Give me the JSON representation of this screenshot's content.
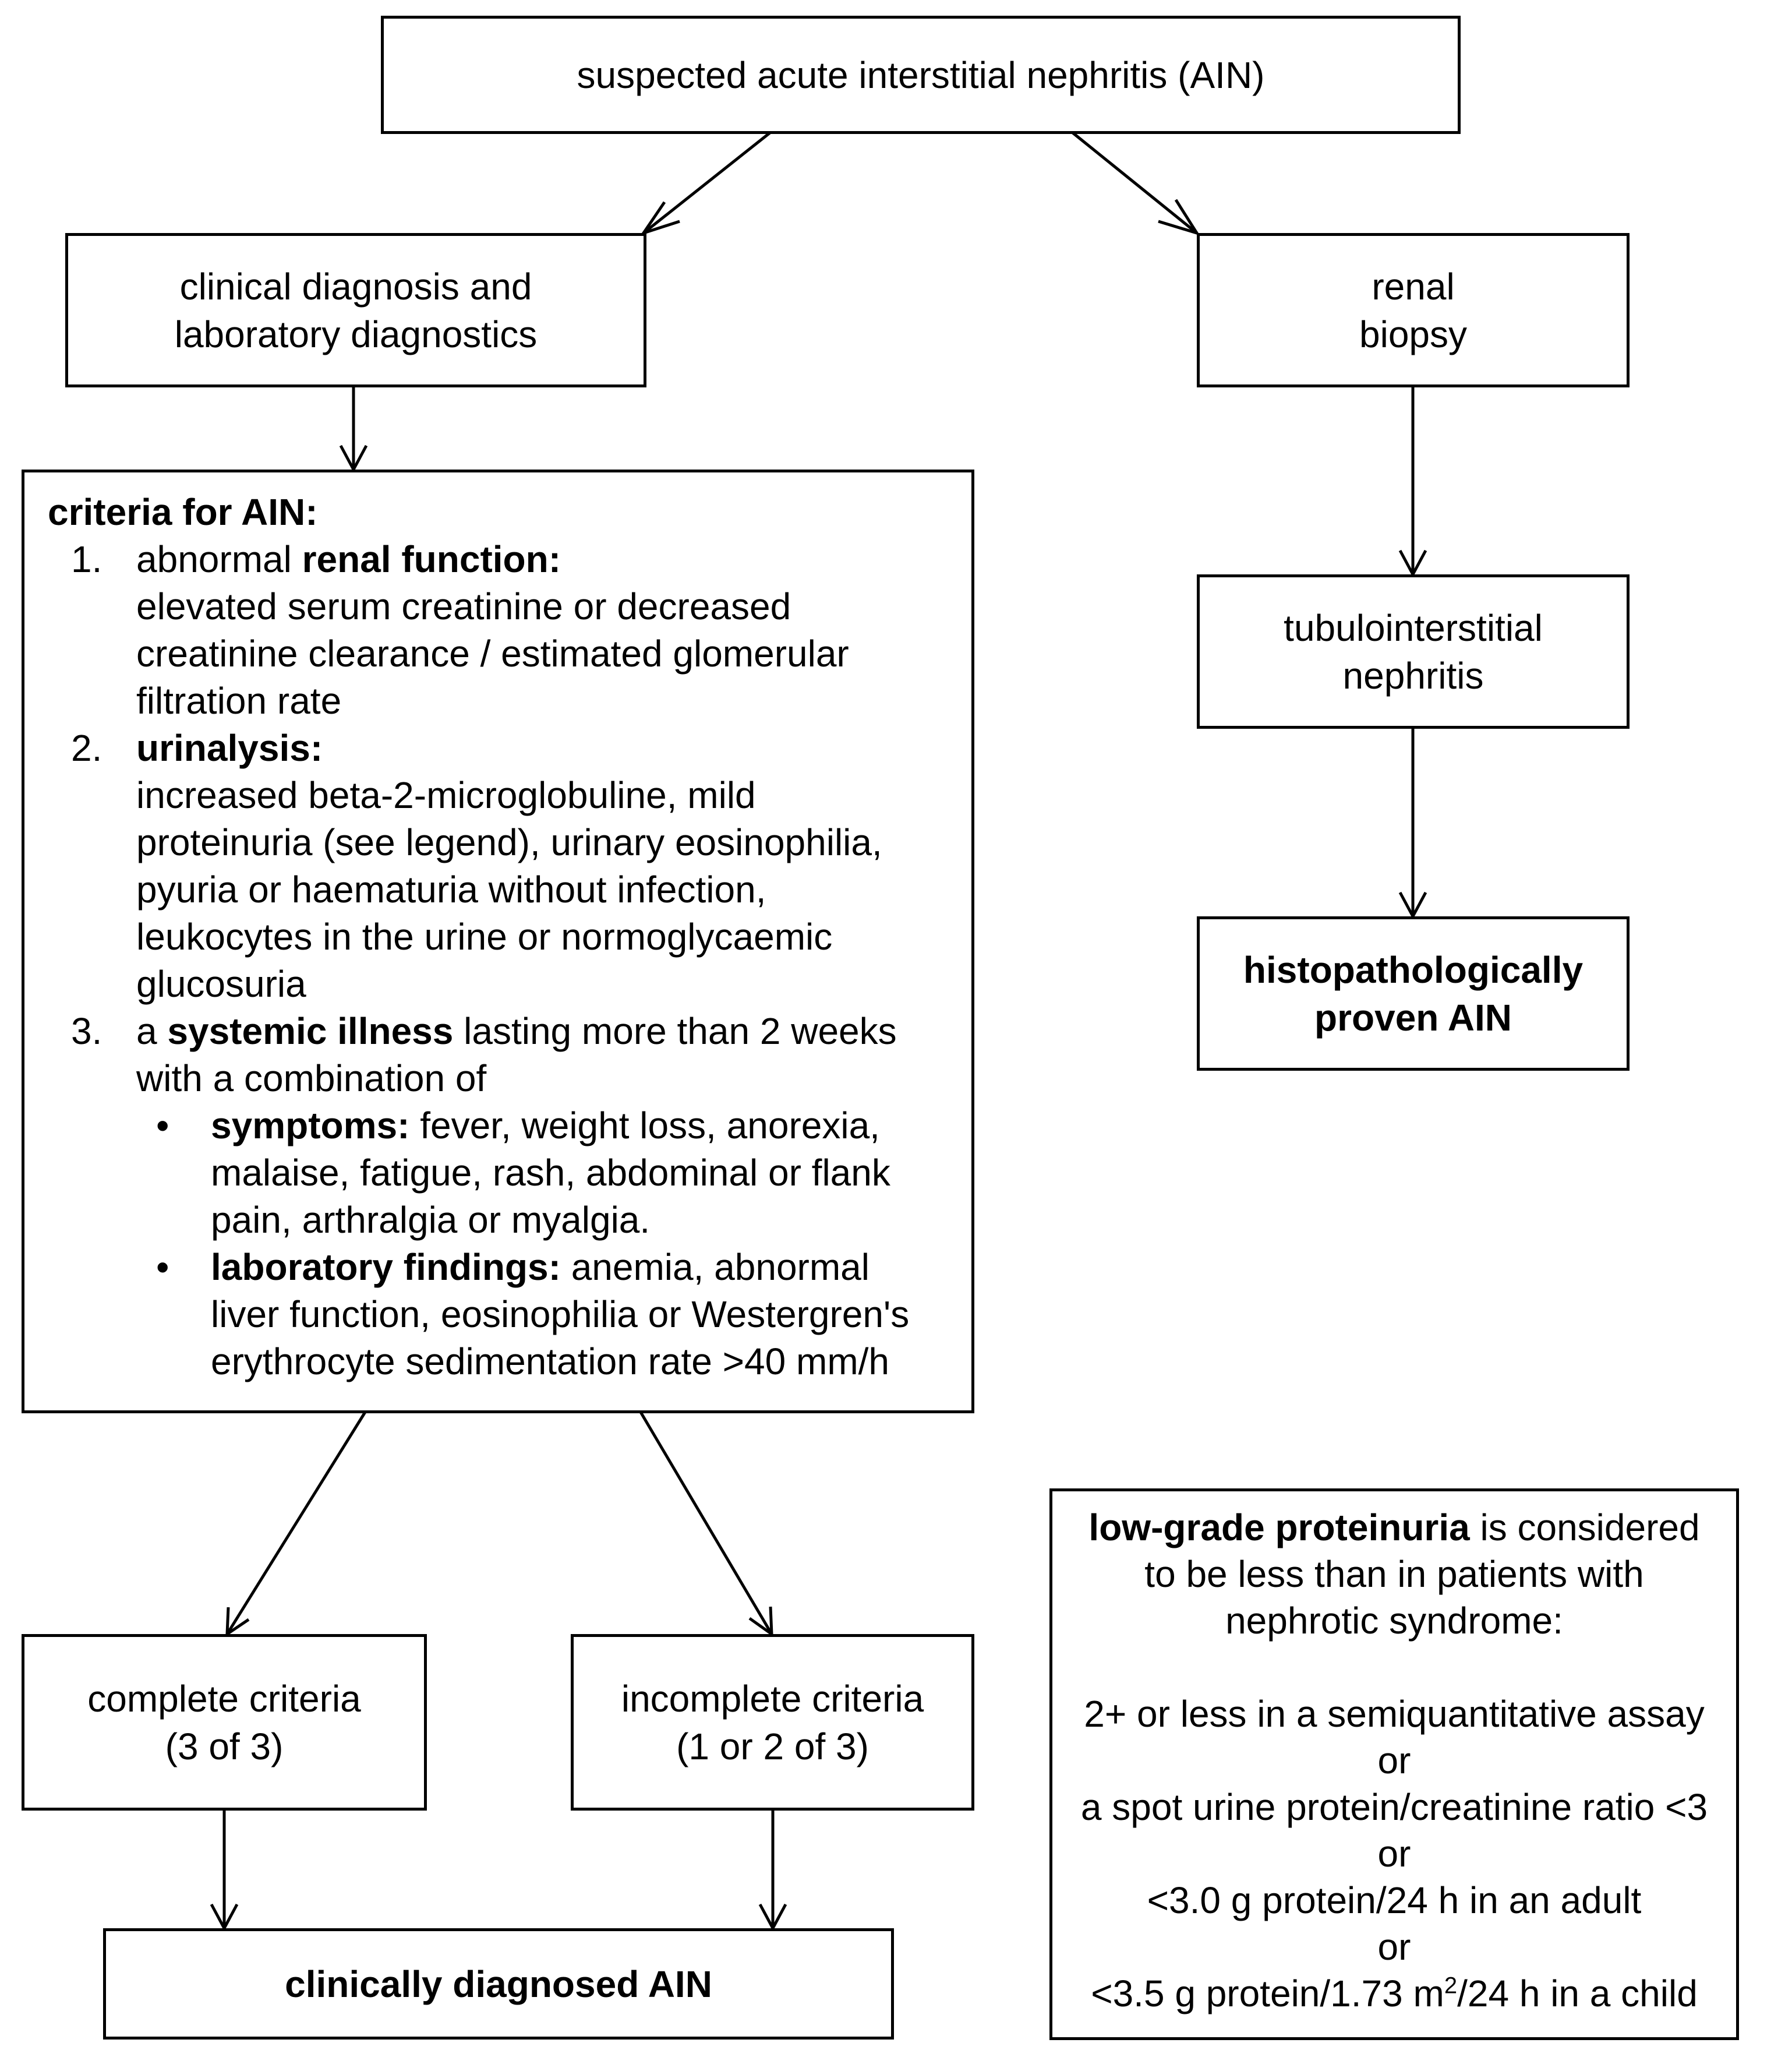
{
  "top": {
    "text": "suspected acute interstitial nephritis (AIN)"
  },
  "clinical": {
    "lines": [
      "clinical diagnosis and",
      "laboratory diagnostics"
    ]
  },
  "biopsy": {
    "lines": [
      "renal",
      "biopsy"
    ]
  },
  "tubulo": {
    "lines": [
      "tubulointerstitial",
      "nephritis"
    ]
  },
  "histo": {
    "lines": [
      "histopathologically",
      "proven AIN"
    ]
  },
  "criteria": {
    "heading": "criteria for AIN:",
    "items": [
      {
        "num": "1.",
        "pre": "abnormal ",
        "bold": "renal function:",
        "post": "",
        "lines": [
          "elevated serum creatinine or decreased",
          "creatinine clearance / estimated glomerular",
          "filtration rate"
        ]
      },
      {
        "num": "2.",
        "pre": "",
        "bold": "urinalysis:",
        "post": "",
        "lines": [
          "increased beta-2-microglobuline, mild",
          "proteinuria (see legend), urinary eosinophilia,",
          "pyuria or haematuria without infection,",
          "leukocytes in the urine or normoglycaemic",
          "glucosuria"
        ]
      },
      {
        "num": "3.",
        "pre": "a ",
        "bold": "systemic illness",
        "post": " lasting more than 2 weeks",
        "lines": [
          "with a combination of"
        ]
      }
    ],
    "bullets": [
      {
        "mark": "•",
        "bold": "symptoms:",
        "first": " fever, weight loss, anorexia,",
        "lines": [
          "malaise, fatigue, rash, abdominal or flank",
          "pain, arthralgia or myalgia."
        ]
      },
      {
        "mark": "•",
        "bold": "laboratory findings:",
        "first": " anemia, abnormal",
        "lines": [
          "liver function, eosinophilia or Westergren's",
          "erythrocyte sedimentation rate >40 mm/h"
        ]
      }
    ]
  },
  "complete": {
    "lines": [
      "complete criteria",
      "(3 of 3)"
    ]
  },
  "incomplete": {
    "lines": [
      "incomplete criteria",
      "(1 or 2 of 3)"
    ]
  },
  "clinically": {
    "text": "clinically diagnosed AIN"
  },
  "legend": {
    "bold": "low-grade proteinuria",
    "first": " is considered",
    "lines": [
      "to be less than in patients with",
      "nephrotic syndrome:"
    ],
    "conditions": [
      "2+ or less in a semiquantitative assay",
      "or",
      "a spot urine protein/creatinine ratio <3",
      "or",
      "<3.0 g protein/24 h in an adult",
      "or"
    ],
    "last_pre": "<3.5 g protein/1.73 m",
    "last_sup": "2",
    "last_post": "/24 h in a child"
  }
}
